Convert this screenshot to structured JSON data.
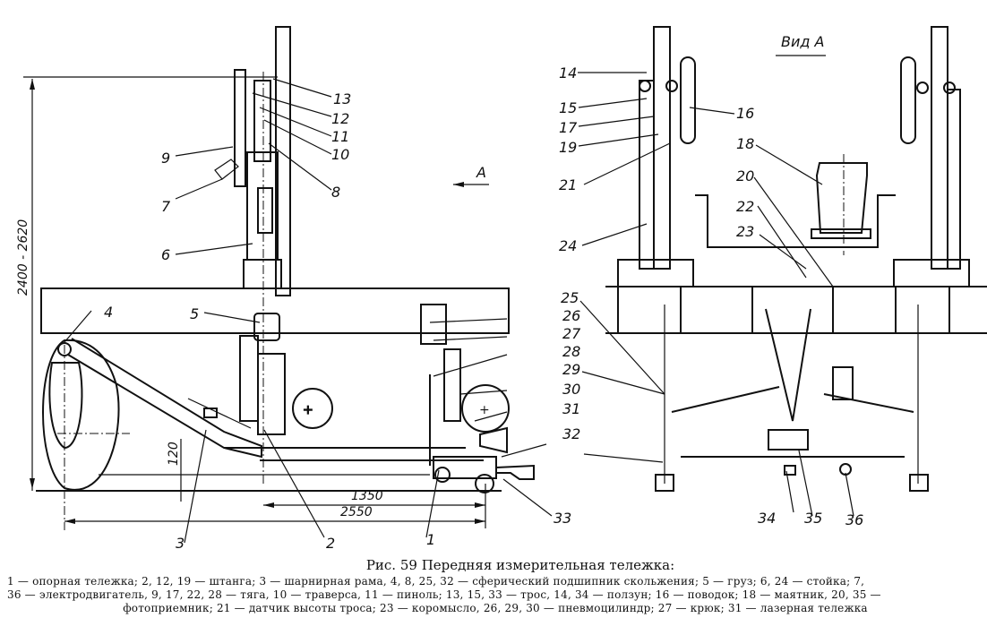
{
  "figure": {
    "caption_title": "Рис. 59  Передняя измерительная тележка:",
    "legend_lines": [
      "1 — опорная тележка; 2, 12, 19 — штанга; 3 — шарнирная рама, 4, 8, 25, 32 — сферический подшипник скольжения; 5 — груз; 6, 24 — стойка; 7,",
      "36 — электродвигатель, 9, 17, 22, 28 — тяга, 10 — траверса, 11 — пиноль; 13, 15, 33 — трос, 14, 34 — ползун; 16 — поводок; 18 — маятник, 20, 35 —",
      "фотоприемник; 21 — датчик высоты троса; 23 — коромысло, 26, 29, 30 — пневмоцилиндр; 27 — крюк; 31 — лазерная тележка"
    ],
    "view_label": "Вид А",
    "direction_label": "A",
    "dimensions": {
      "height_range": "2400 - 2620",
      "clearance": "120",
      "distance_short": "1350",
      "distance_long": "2550"
    },
    "part_labels": {
      "p1": "1",
      "p2": "2",
      "p3": "3",
      "p4": "4",
      "p5": "5",
      "p6": "6",
      "p7": "7",
      "p8": "8",
      "p9": "9",
      "p10": "10",
      "p11": "11",
      "p12": "12",
      "p13": "13",
      "p14": "14",
      "p15": "15",
      "p16": "16",
      "p17": "17",
      "p18": "18",
      "p19": "19",
      "p20": "20",
      "p21": "21",
      "p22": "22",
      "p23": "23",
      "p24": "24",
      "p25": "25",
      "p26": "26",
      "p27": "27",
      "p28": "28",
      "p29": "29",
      "p30": "30",
      "p31": "31",
      "p32": "32",
      "p33": "33",
      "p34": "34",
      "p35": "35",
      "p36": "36"
    }
  }
}
